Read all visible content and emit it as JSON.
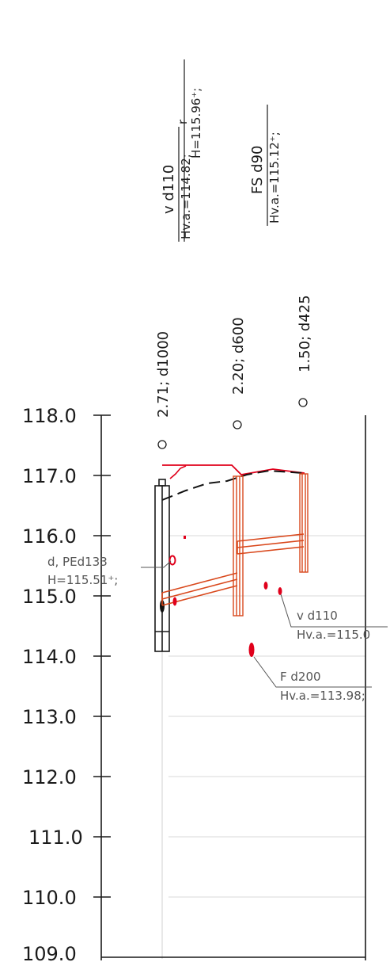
{
  "axis": {
    "ticks": [
      "118.0",
      "117.0",
      "116.0",
      "115.0",
      "114.0",
      "113.0",
      "112.0",
      "111.0",
      "110.0",
      "109.0"
    ]
  },
  "top_labels": {
    "pipe1_name": "v  d110",
    "pipe1_hva": "Hv.a.=114.82;",
    "pipe1_r": "r",
    "pipe1_h": "H=115.96⁺;",
    "pipe2_name": "FS  d90",
    "pipe2_hva": "Hv.a.=115.12⁺;"
  },
  "shafts": [
    {
      "label": "2.71; d1000"
    },
    {
      "label": "2.20; d600"
    },
    {
      "label": "1.50; d425"
    }
  ],
  "annotations": {
    "pe_line1": "d,  PEd133",
    "pe_line2": "H=115.51⁺;",
    "v_line1": "v  d110",
    "v_line2": "Hv.a.=115.0",
    "f_line1": "F  d200",
    "f_line2": "Hv.a.=113.98;"
  },
  "colors": {
    "black": "#1a1a1a",
    "red": "#e0001b",
    "orange": "#d9481c",
    "grid": "#d8d8d8",
    "leader": "#555555"
  }
}
